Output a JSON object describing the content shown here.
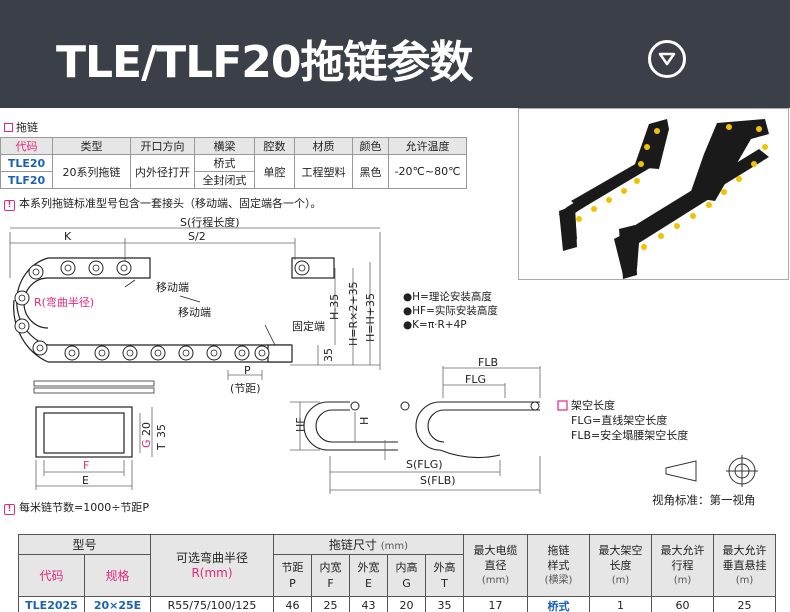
{
  "header": {
    "title": "TLE/TLF20拖链参数"
  },
  "spec": {
    "section_label": "拖链",
    "headers": [
      "代码",
      "类型",
      "开口方向",
      "横梁",
      "腔数",
      "材质",
      "颜色",
      "允许温度"
    ],
    "codes": [
      "TLE20",
      "TLF20"
    ],
    "type": "20系列拖链",
    "opening": "内外径打开",
    "beam": [
      "桥式",
      "全封闭式"
    ],
    "cavity": "单腔",
    "material": "工程塑料",
    "color": "黑色",
    "temp": "-20℃~80℃"
  },
  "note1": "本系列拖链标准型号包含一套接头（移动端、固定端各一个）。",
  "drawing": {
    "S": "S(行程长度)",
    "S2": "S/2",
    "K": "K",
    "R": "R(弯曲半径)",
    "moving1": "移动端",
    "moving2": "移动端",
    "fixed": "固定端",
    "H35": "H-35",
    "HR": "H=R×2+35",
    "HH": "H=H+35",
    "d35": "35",
    "P": "P",
    "pitch": "(节距)",
    "legend": [
      "●H=理论安装高度",
      "●HF=实际安装高度",
      "●K=π·R+4P"
    ],
    "F": "F",
    "E": "E",
    "G": "G",
    "T": "T",
    "g20": "20",
    "t35": "35",
    "note2": "每米链节数=1000÷节距P",
    "FLB": "FLB",
    "FLG": "FLG",
    "HF": "HF",
    "H": "H",
    "SFLG": "S(FLG)",
    "SFLB": "S(FLB)",
    "span_title": "架空长度",
    "span_lines": [
      "FLG=直线架空长度",
      "FLB=安全塌腰架空长度"
    ],
    "view": "视角标准：第一视角"
  },
  "table": {
    "model": "型号",
    "code": "代码",
    "spec": "规格",
    "radius_label": "可选弯曲半径",
    "radius_unit": "R(mm)",
    "size_label": "拖链尺寸",
    "size_unit": "(mm)",
    "cols": [
      [
        "节距",
        "P"
      ],
      [
        "内宽",
        "F"
      ],
      [
        "外宽",
        "E"
      ],
      [
        "内高",
        "G"
      ],
      [
        "外高",
        "T"
      ]
    ],
    "cable": [
      "最大电缆",
      "直径",
      "(mm)"
    ],
    "style": [
      "拖链",
      "样式",
      "(横梁)"
    ],
    "span": [
      "最大架空",
      "长度",
      "(m)"
    ],
    "travel": [
      "最大允许",
      "行程",
      "(m)"
    ],
    "hang": [
      "最大允许",
      "垂直悬挂",
      "(m)"
    ],
    "row": {
      "code": "TLE2025",
      "spec": "20×25E",
      "radius": "R55/75/100/125",
      "P": "46",
      "F": "25",
      "E": "43",
      "G": "20",
      "T": "35",
      "cable": "17",
      "style": "桥式",
      "span": "1",
      "travel": "60",
      "hang": "25"
    }
  },
  "colors": {
    "header_bg": "#3b3f47",
    "accent": "#e2297e",
    "blue": "#1a62b8",
    "chain_yellow": "#f2c200"
  }
}
